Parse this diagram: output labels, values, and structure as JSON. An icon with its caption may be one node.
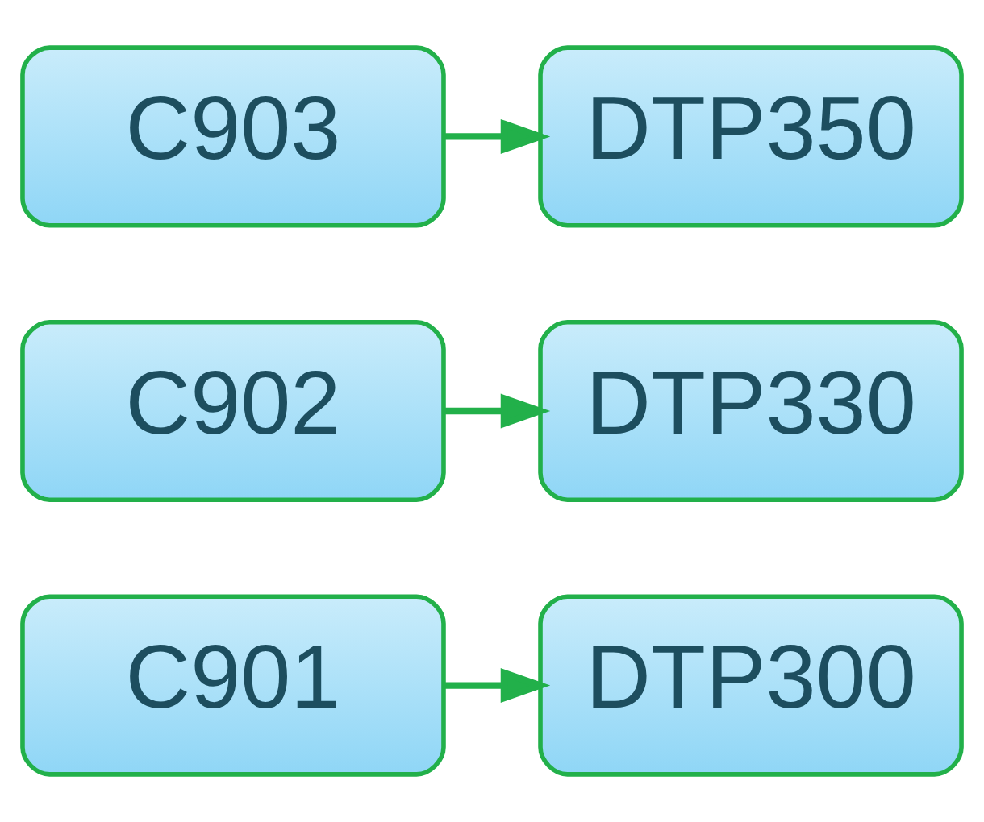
{
  "diagram": {
    "nodes": [
      {
        "text": [
          "C901"
        ]
      },
      {
        "text": [
          "DTP300"
        ]
      },
      {
        "text": [
          "C902"
        ]
      },
      {
        "text": [
          "DTP330"
        ]
      },
      {
        "text": [
          "C903"
        ]
      },
      {
        "text": [
          "DTP350"
        ]
      }
    ],
    "edges": [
      {
        "from": 0,
        "to": 1,
        "arrow": "to"
      },
      {
        "from": 2,
        "to": 3,
        "arrow": "to"
      },
      {
        "from": 4,
        "to": 5,
        "arrow": "to"
      }
    ]
  }
}
